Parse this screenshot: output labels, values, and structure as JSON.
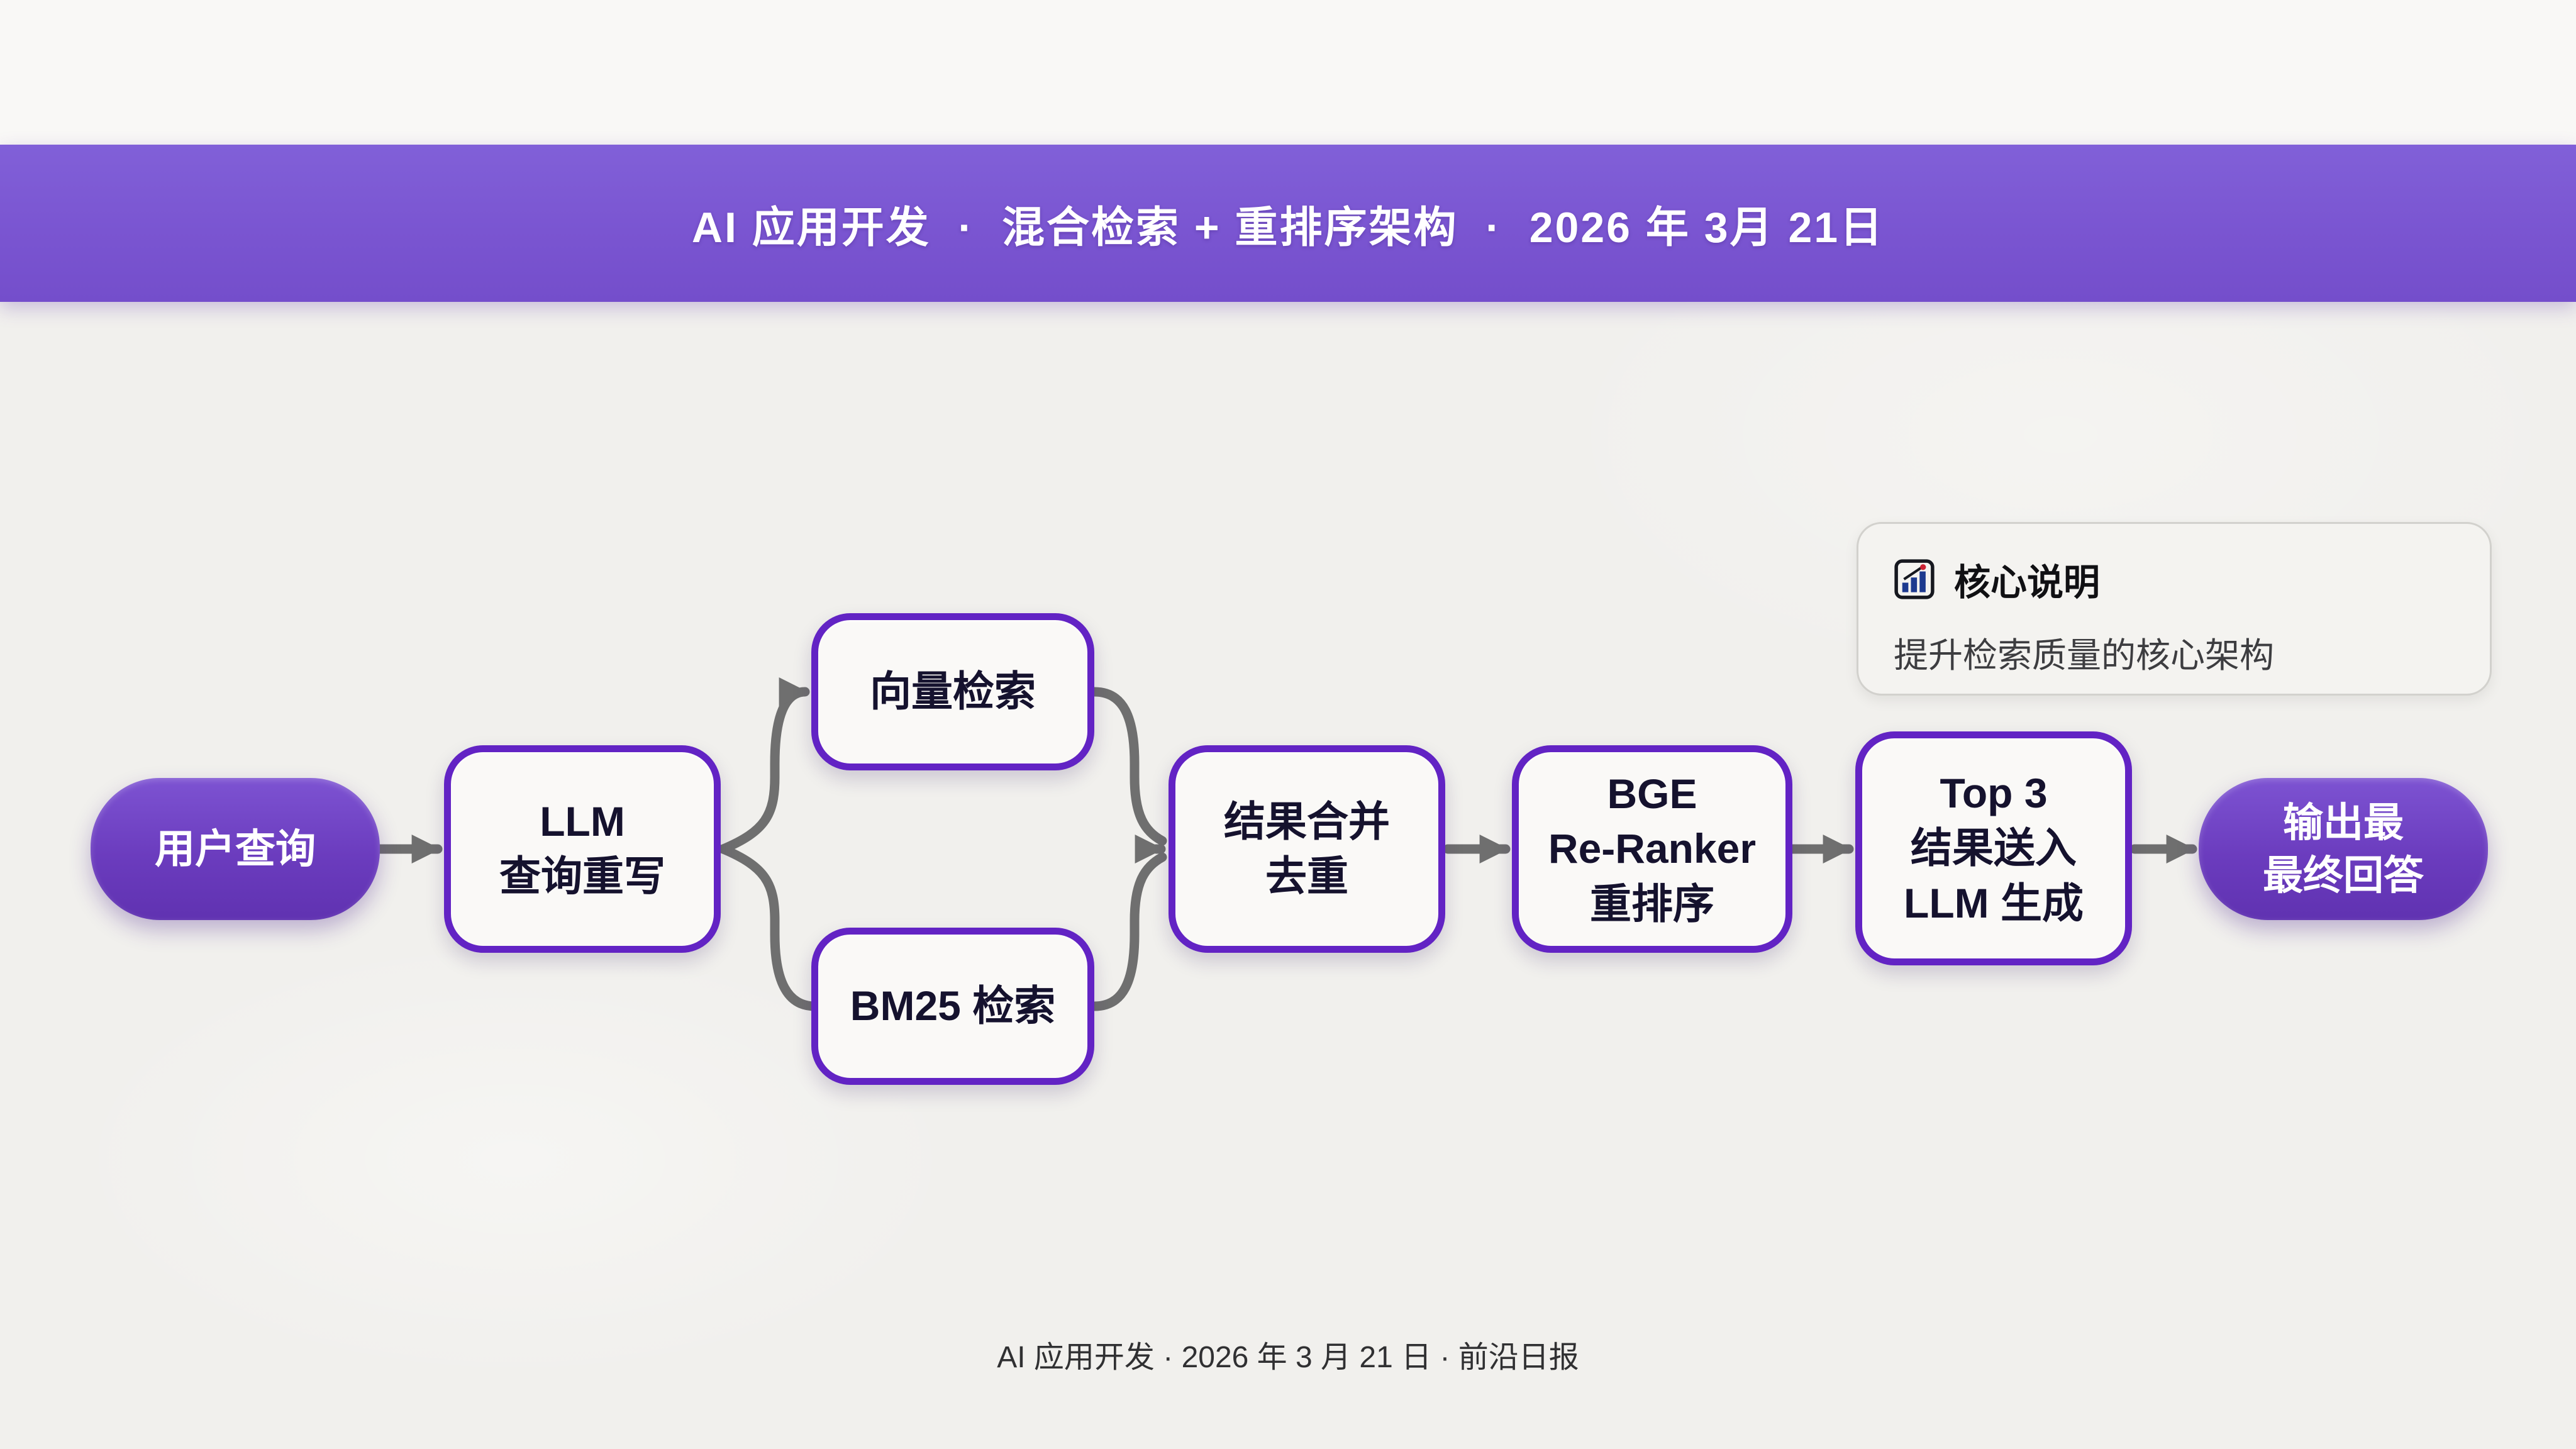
{
  "header": {
    "title": "AI 应用开发  ·  混合检索 + 重排序架构  ·  2026 年 3月 21日"
  },
  "flow": {
    "nodes": [
      {
        "id": "user-query",
        "type": "pill",
        "label": "用户查询",
        "lines": [
          "用户查询"
        ]
      },
      {
        "id": "llm-rewrite",
        "type": "box",
        "label": "LLM 查询重写",
        "lines": [
          "LLM",
          "查询重写"
        ]
      },
      {
        "id": "vector-search",
        "type": "box",
        "label": "向量检索",
        "lines": [
          "向量检索"
        ]
      },
      {
        "id": "bm25-search",
        "type": "box",
        "label": "BM25 检索",
        "lines": [
          "BM25 检索"
        ]
      },
      {
        "id": "merge-dedup",
        "type": "box",
        "label": "结果合并 去重",
        "lines": [
          "结果合并",
          "去重"
        ]
      },
      {
        "id": "bge-reranker",
        "type": "box",
        "label": "BGE Re-Ranker 重排序",
        "lines": [
          "BGE",
          "Re-Ranker",
          "重排序"
        ]
      },
      {
        "id": "top3-to-llm",
        "type": "box",
        "label": "Top 3 结果送入 LLM 生成",
        "lines": [
          "Top 3",
          "结果送入",
          "LLM 生成"
        ]
      },
      {
        "id": "final-answer",
        "type": "pill",
        "label": "输出最 最终回答",
        "lines": [
          "输出最",
          "最终回答"
        ]
      }
    ]
  },
  "callout": {
    "icon": "bar-chart-icon",
    "title": "核心说明",
    "description": "提升检索质量的核心架构"
  },
  "footer": {
    "text": "AI 应用开发 · 2026 年 3 月 21 日 · 前沿日报"
  },
  "colors": {
    "header_band": "#7a55d1",
    "pill_fill": "#6b3cbe",
    "box_border": "#6223c4",
    "node_text": "#15122e",
    "arrow_gray": "#6f6f6f",
    "background": "#f1f0ed",
    "icon_navy": "#1d3a8f",
    "icon_red": "#cc2233"
  }
}
